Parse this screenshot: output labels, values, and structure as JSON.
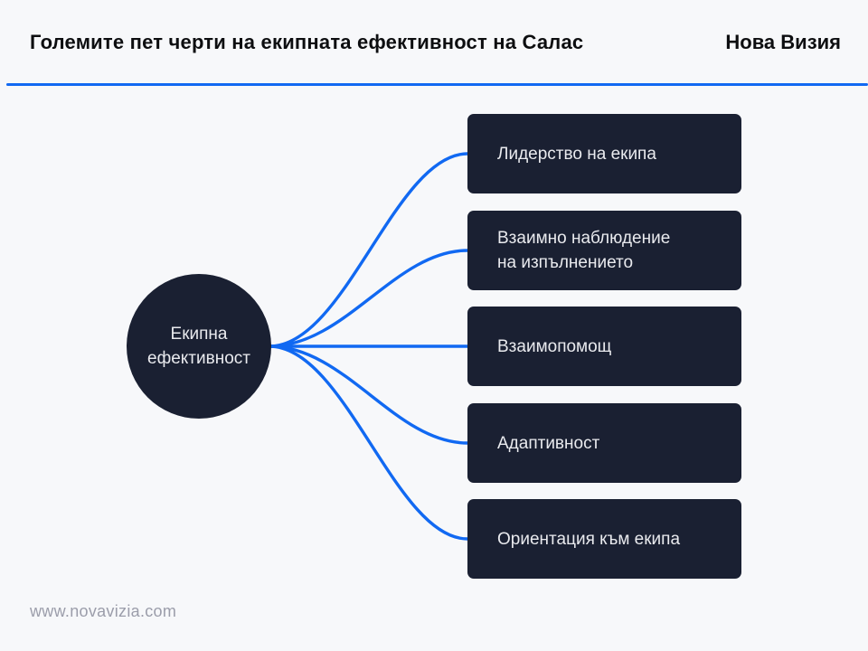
{
  "header": {
    "title": "Големите пет черти на екипната ефективност на Салас",
    "brand": "Нова Визия"
  },
  "diagram": {
    "center": {
      "label": "Екипна\nефективност"
    },
    "branches": [
      {
        "label": "Лидерство на екипа"
      },
      {
        "label": "Взаимно наблюдение\nна изпълнението"
      },
      {
        "label": "Взаимопомощ"
      },
      {
        "label": "Адаптивност"
      },
      {
        "label": "Ориентация към екипа"
      }
    ]
  },
  "footer": {
    "website": "www.novavizia.com"
  },
  "colors": {
    "background": "#f7f8fa",
    "node_fill": "#1a2032",
    "node_text": "#e9eaee",
    "connector_blue": "#1169f2",
    "divider_blue": "#1169f2",
    "title_text": "#0d0e10",
    "footer_text": "#9b9daa"
  }
}
